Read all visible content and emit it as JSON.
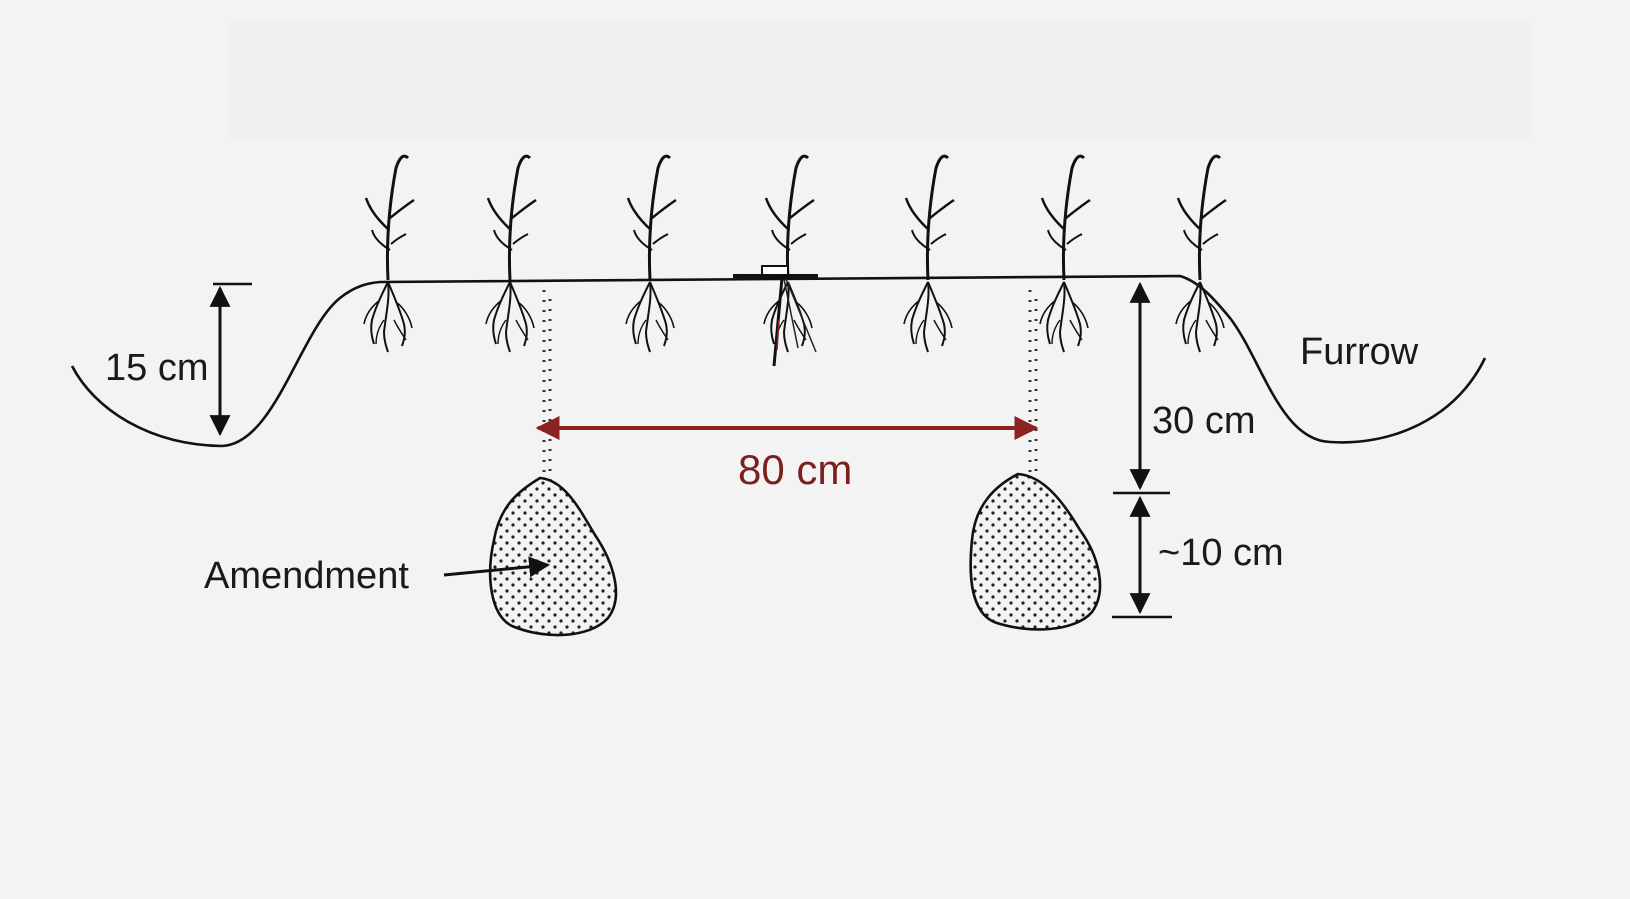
{
  "labels": {
    "ridge_height": "15 cm",
    "furrow": "Furrow",
    "amendment": "Amendment",
    "spacing": "80 cm",
    "depth": "30 cm",
    "amendment_thickness": "~10 cm"
  },
  "colors": {
    "background": "#f4f4f4",
    "line": "#111111",
    "spacing_arrow": "#8b2323"
  }
}
